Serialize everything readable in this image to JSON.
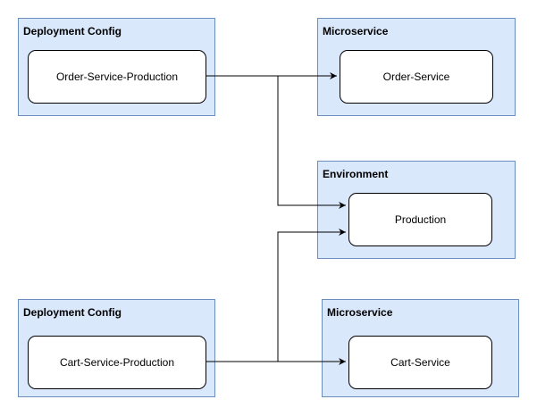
{
  "groups": {
    "deploy_top": {
      "title": "Deployment Config",
      "node": "Order-Service-Production"
    },
    "micro_top": {
      "title": "Microservice",
      "node": "Order-Service"
    },
    "env": {
      "title": "Environment",
      "node": "Production"
    },
    "deploy_bottom": {
      "title": "Deployment Config",
      "node": "Cart-Service-Production"
    },
    "micro_bottom": {
      "title": "Microservice",
      "node": "Cart-Service"
    }
  },
  "colors": {
    "group_fill": "#dae8fc",
    "group_border": "#6c8ebf",
    "node_fill": "#ffffff",
    "edge": "#000000"
  }
}
